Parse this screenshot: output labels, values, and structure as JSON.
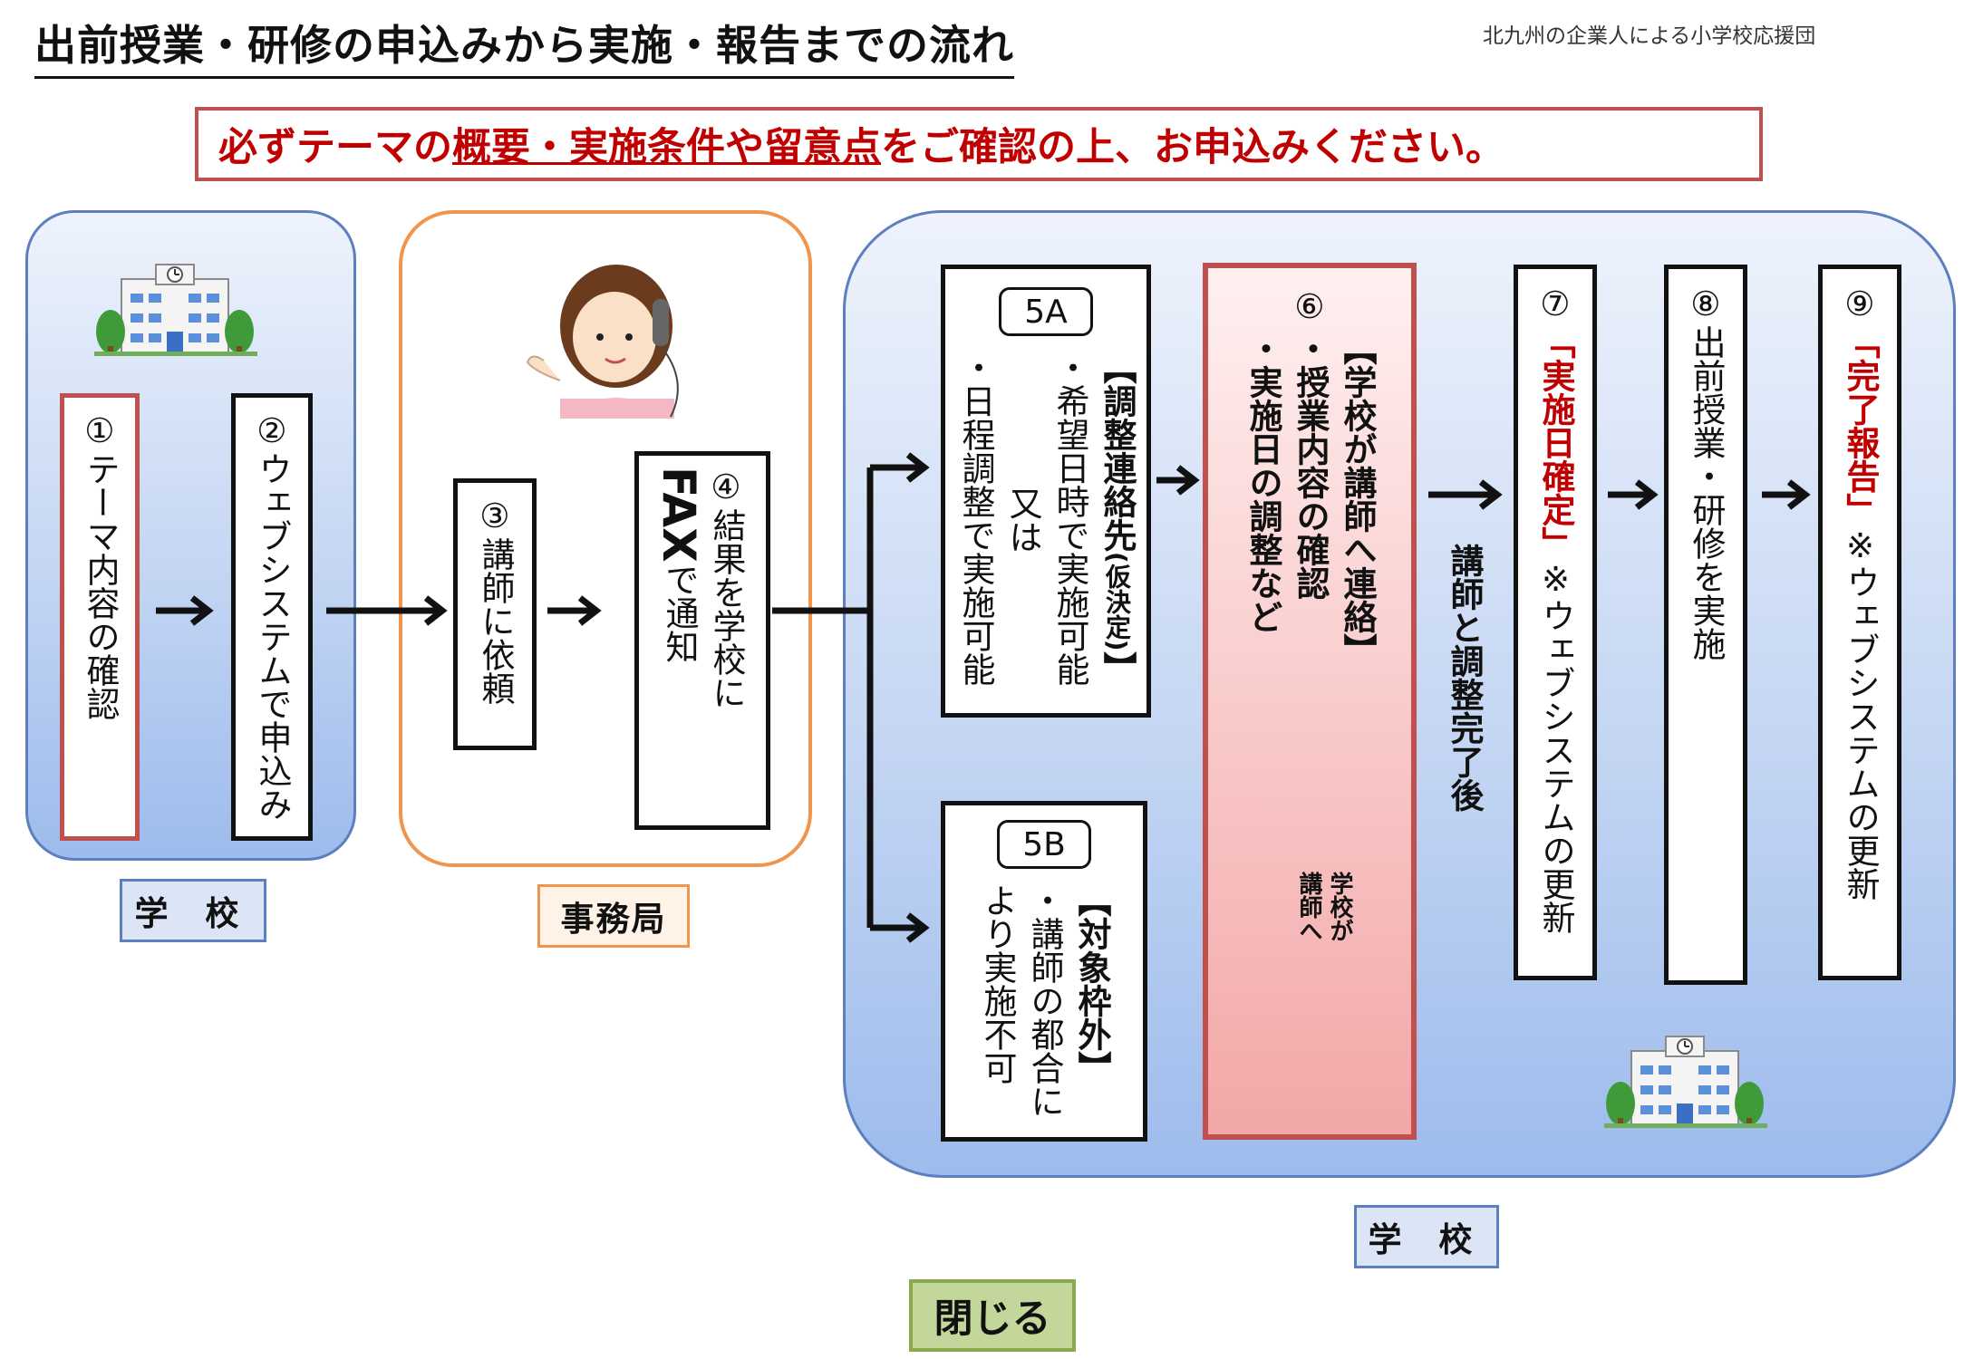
{
  "header": {
    "title": "出前授業・研修の申込みから実施・報告までの流れ",
    "organization": "北九州の企業人による小学校応援団"
  },
  "notice": {
    "before": "必ずテーマの",
    "underlined": "概要・実施条件や留意点",
    "after": "をご確認の上、お申込みください。"
  },
  "groups": {
    "school_left": "学 校",
    "office": "事務局",
    "school_right": "学 校"
  },
  "steps": {
    "s1": {
      "num": "①",
      "text": "テーマ内容の確認"
    },
    "s2": {
      "num": "②",
      "text": "ウェブシステムで申込み"
    },
    "s3": {
      "num": "③",
      "text": "講師に依頼"
    },
    "s4": {
      "num": "④",
      "text1": "結果を学校に",
      "fax": "FAX",
      "text2": "で通知"
    },
    "s5a": {
      "tag": "5A",
      "head": "【調整連絡先",
      "head_small": "(仮決定)",
      "head_end": "】",
      "line1": "・希望日時で実施可能",
      "line2": "又は",
      "line3": "・日程調整で実施可能"
    },
    "s5b": {
      "tag": "5B",
      "head": "【対象枠外】",
      "line1": "・講師の都合に",
      "line2": "より実施不可"
    },
    "s6": {
      "num": "⑥",
      "head": "【学校が講師へ連絡】",
      "line1": "・授業内容の確認",
      "line2": "・実施日の調整など",
      "arrow_text1": "学校が",
      "arrow_text2": "講師へ"
    },
    "s7": {
      "num": "⑦",
      "emph": "「実施日確定」",
      "text": "※ウェブシステムの更新"
    },
    "s8": {
      "num": "⑧",
      "text": "出前授業・研修を実施"
    },
    "s9": {
      "num": "⑨",
      "emph": "「完了報告」",
      "text": "※ウェブシステムの更新"
    }
  },
  "after_coordination": "講師と調整完了後",
  "close_button": "閉じる",
  "colors": {
    "accent_red": "#c00000",
    "panel_blue": "#5b7fbf",
    "office_orange": "#f0954b",
    "close_green": "#c4d79b"
  }
}
